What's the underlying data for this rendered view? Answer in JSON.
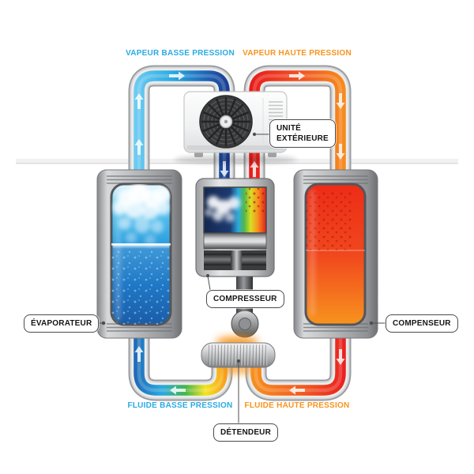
{
  "diagram": {
    "subject": "heat-pump refrigeration cycle",
    "labels": {
      "vapor_low": "VAPEUR BASSE PRESSION",
      "vapor_high": "VAPEUR HAUTE PRESSION",
      "fluid_low": "FLUIDE BASSE PRESSION",
      "fluid_high": "FLUIDE HAUTE PRESSION",
      "outdoor_unit_line1": "UNITÉ",
      "outdoor_unit_line2": "EXTÉRIEURE",
      "compressor": "COMPRESSEUR",
      "evaporator": "ÉVAPORATEUR",
      "condenser": "COMPENSEUR",
      "expansion_valve": "DÉTENDEUR"
    },
    "colors": {
      "low_pressure_accent": "#29ABE2",
      "high_pressure_accent": "#F7941D",
      "hot_red": "#EC1C24",
      "cold_dark_blue": "#1C3589"
    }
  }
}
